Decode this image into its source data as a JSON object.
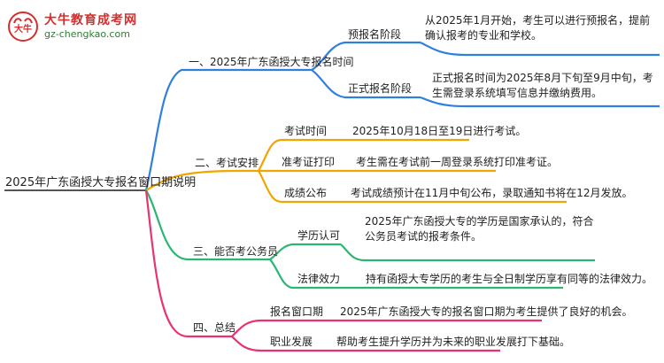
{
  "logo": {
    "mark": "大牛",
    "title": "大牛教育成考网",
    "url": "gz-chengkao.com",
    "colors": {
      "title": "#d32f2f",
      "url": "#2e7d32"
    }
  },
  "root": {
    "label": "2025年广东函授大专报名窗口期说明",
    "color": "#555555"
  },
  "branches": [
    {
      "label": "一、2025年广东函授大专报名时间",
      "color": "#2f7fe0",
      "children": [
        {
          "label": "预报名阶段",
          "detail": "从2025年1月开始，考生可以进行预报名，提前确认报考的专业和学校。"
        },
        {
          "label": "正式报名阶段",
          "detail": "正式报名时间为2025年8月下旬至9月中旬，考生需登录系统填写信息并缴纳费用。"
        }
      ]
    },
    {
      "label": "二、考试安排",
      "color": "#f0a500",
      "children": [
        {
          "label": "考试时间",
          "detail": "2025年10月18日至19日进行考试。"
        },
        {
          "label": "准考证打印",
          "detail": "考生需在考试前一周登录系统打印准考证。"
        },
        {
          "label": "成绩公布",
          "detail": "考试成绩预计在11月中旬公布，录取通知书将在12月发放。"
        }
      ]
    },
    {
      "label": "三、能否考公务员",
      "color": "#2bb673",
      "children": [
        {
          "label": "学历认可",
          "detail": "2025年广东函授大专的学历是国家承认的，符合公务员考试的报考条件。"
        },
        {
          "label": "法律效力",
          "detail": "持有函授大专学历的考生与全日制学历享有同等的法律效力。"
        }
      ]
    },
    {
      "label": "四、总结",
      "color": "#e8336d",
      "children": [
        {
          "label": "报名窗口期",
          "detail": "2025年广东函授大专的报名窗口期为考生提供了良好的机会。"
        },
        {
          "label": "职业发展",
          "detail": "帮助考生提升学历并为未来的职业发展打下基础。"
        }
      ]
    }
  ]
}
